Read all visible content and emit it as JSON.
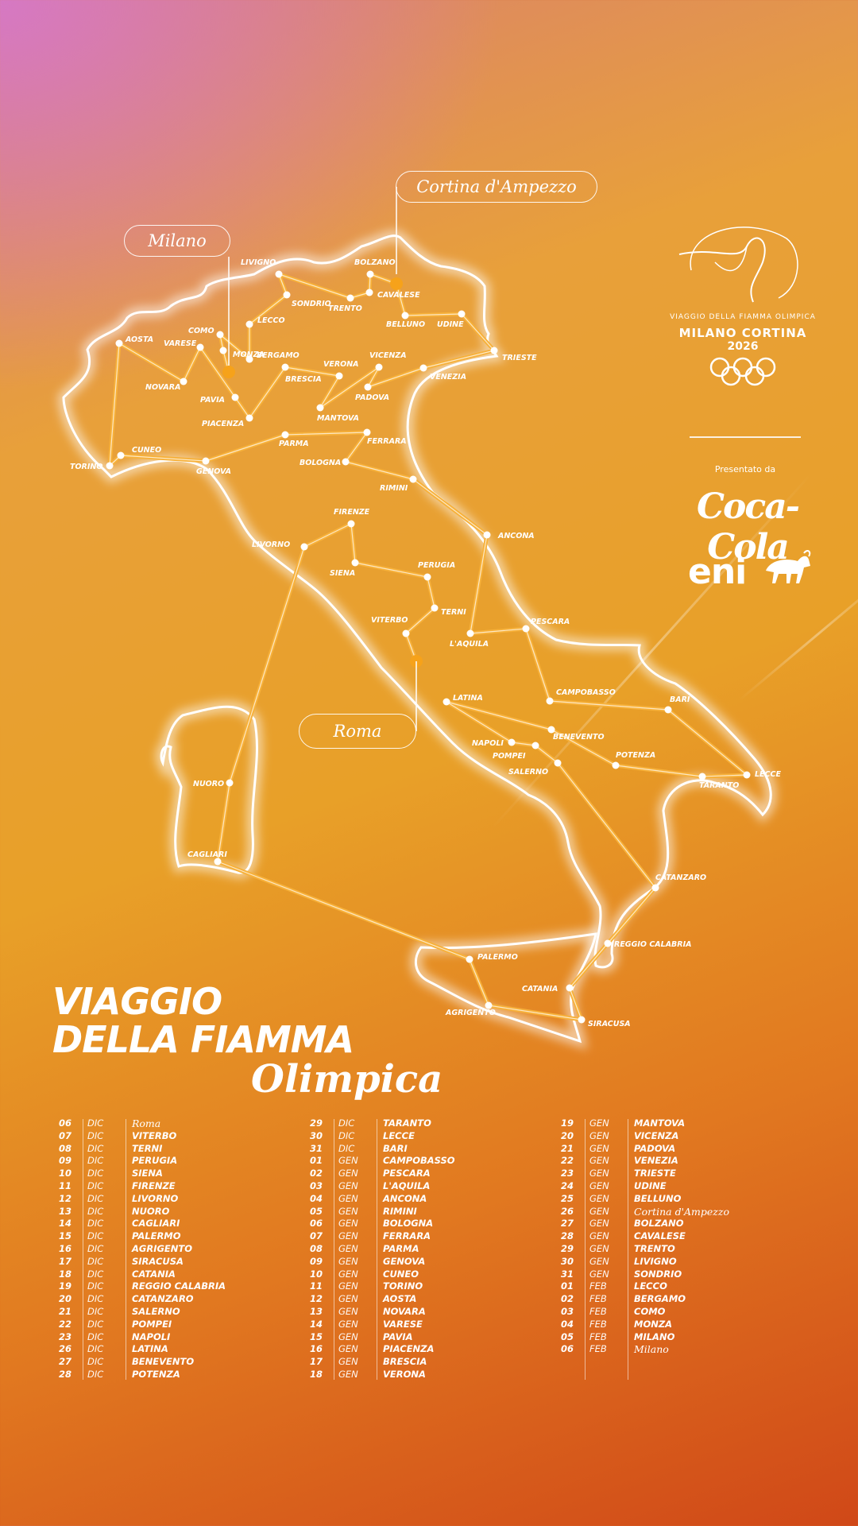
{
  "colors": {
    "accent_dot": "#f6a21a",
    "route": "#f7b13a",
    "text": "#ffffff"
  },
  "callouts": {
    "milano": "Milano",
    "cortina": "Cortina d'Ampezzo",
    "roma": "Roma"
  },
  "cities": [
    {
      "name": "AOSTA"
    },
    {
      "name": "TORINO"
    },
    {
      "name": "NOVARA"
    },
    {
      "name": "VARESE"
    },
    {
      "name": "COMO"
    },
    {
      "name": "MONZA"
    },
    {
      "name": "LECCO"
    },
    {
      "name": "LIVIGNO"
    },
    {
      "name": "SONDRIO"
    },
    {
      "name": "BERGAMO"
    },
    {
      "name": "PAVIA"
    },
    {
      "name": "PIACENZA"
    },
    {
      "name": "CUNEO"
    },
    {
      "name": "GENOVA"
    },
    {
      "name": "BOLZANO"
    },
    {
      "name": "TRENTO"
    },
    {
      "name": "CAVALESE"
    },
    {
      "name": "BELLUNO"
    },
    {
      "name": "UDINE"
    },
    {
      "name": "TRIESTE"
    },
    {
      "name": "VERONA"
    },
    {
      "name": "VICENZA"
    },
    {
      "name": "BRESCIA"
    },
    {
      "name": "PADOVA"
    },
    {
      "name": "VENEZIA"
    },
    {
      "name": "MANTOVA"
    },
    {
      "name": "PARMA"
    },
    {
      "name": "FERRARA"
    },
    {
      "name": "BOLOGNA"
    },
    {
      "name": "RIMINI"
    },
    {
      "name": "LIVORNO"
    },
    {
      "name": "FIRENZE"
    },
    {
      "name": "SIENA"
    },
    {
      "name": "ANCONA"
    },
    {
      "name": "PERUGIA"
    },
    {
      "name": "TERNI"
    },
    {
      "name": "VITERBO"
    },
    {
      "name": "L'AQUILA"
    },
    {
      "name": "PESCARA"
    },
    {
      "name": "LATINA"
    },
    {
      "name": "CAMPOBASSO"
    },
    {
      "name": "BARI"
    },
    {
      "name": "BENEVENTO"
    },
    {
      "name": "NAPOLI"
    },
    {
      "name": "POMPEI"
    },
    {
      "name": "SALERNO"
    },
    {
      "name": "POTENZA"
    },
    {
      "name": "TARANTO"
    },
    {
      "name": "LECCE"
    },
    {
      "name": "NUORO"
    },
    {
      "name": "CAGLIARI"
    },
    {
      "name": "CATANZARO"
    },
    {
      "name": "REGGIO CALABRIA"
    },
    {
      "name": "PALERMO"
    },
    {
      "name": "CATANIA"
    },
    {
      "name": "AGRIGENTO"
    },
    {
      "name": "SIRACUSA"
    }
  ],
  "brand": {
    "ring_text": "VIAGGIO DELLA FIAMMA OLIMPICA",
    "event": "MILANO CORTINA",
    "year": "2026",
    "presented_by": "Presentato da",
    "sponsor1": "Coca-Cola",
    "sponsor2": "eni"
  },
  "title": {
    "line1": "VIAGGIO",
    "line2": "DELLA FIAMMA",
    "line3": "Olimpica"
  },
  "schedule": [
    [
      {
        "d": "06",
        "m": "DIC",
        "c": "Roma"
      },
      {
        "d": "07",
        "m": "DIC",
        "c": "VITERBO"
      },
      {
        "d": "08",
        "m": "DIC",
        "c": "TERNI"
      },
      {
        "d": "09",
        "m": "DIC",
        "c": "PERUGIA"
      },
      {
        "d": "10",
        "m": "DIC",
        "c": "SIENA"
      },
      {
        "d": "11",
        "m": "DIC",
        "c": "FIRENZE"
      },
      {
        "d": "12",
        "m": "DIC",
        "c": "LIVORNO"
      },
      {
        "d": "13",
        "m": "DIC",
        "c": "NUORO"
      },
      {
        "d": "14",
        "m": "DIC",
        "c": "CAGLIARI"
      },
      {
        "d": "15",
        "m": "DIC",
        "c": "PALERMO"
      },
      {
        "d": "16",
        "m": "DIC",
        "c": "AGRIGENTO"
      },
      {
        "d": "17",
        "m": "DIC",
        "c": "SIRACUSA"
      },
      {
        "d": "18",
        "m": "DIC",
        "c": "CATANIA"
      },
      {
        "d": "19",
        "m": "DIC",
        "c": "REGGIO CALABRIA"
      },
      {
        "d": "20",
        "m": "DIC",
        "c": "CATANZARO"
      },
      {
        "d": "21",
        "m": "DIC",
        "c": "SALERNO"
      },
      {
        "d": "22",
        "m": "DIC",
        "c": "POMPEI"
      },
      {
        "d": "23",
        "m": "DIC",
        "c": "NAPOLI"
      },
      {
        "d": "26",
        "m": "DIC",
        "c": "LATINA"
      },
      {
        "d": "27",
        "m": "DIC",
        "c": "BENEVENTO"
      },
      {
        "d": "28",
        "m": "DIC",
        "c": "POTENZA"
      }
    ],
    [
      {
        "d": "29",
        "m": "DIC",
        "c": "TARANTO"
      },
      {
        "d": "30",
        "m": "DIC",
        "c": "LECCE"
      },
      {
        "d": "31",
        "m": "DIC",
        "c": "BARI"
      },
      {
        "d": "01",
        "m": "GEN",
        "c": "CAMPOBASSO"
      },
      {
        "d": "02",
        "m": "GEN",
        "c": "PESCARA"
      },
      {
        "d": "03",
        "m": "GEN",
        "c": "L'AQUILA"
      },
      {
        "d": "04",
        "m": "GEN",
        "c": "ANCONA"
      },
      {
        "d": "05",
        "m": "GEN",
        "c": "RIMINI"
      },
      {
        "d": "06",
        "m": "GEN",
        "c": "BOLOGNA"
      },
      {
        "d": "07",
        "m": "GEN",
        "c": "FERRARA"
      },
      {
        "d": "08",
        "m": "GEN",
        "c": "PARMA"
      },
      {
        "d": "09",
        "m": "GEN",
        "c": "GENOVA"
      },
      {
        "d": "10",
        "m": "GEN",
        "c": "CUNEO"
      },
      {
        "d": "11",
        "m": "GEN",
        "c": "TORINO"
      },
      {
        "d": "12",
        "m": "GEN",
        "c": "AOSTA"
      },
      {
        "d": "13",
        "m": "GEN",
        "c": "NOVARA"
      },
      {
        "d": "14",
        "m": "GEN",
        "c": "VARESE"
      },
      {
        "d": "15",
        "m": "GEN",
        "c": "PAVIA"
      },
      {
        "d": "16",
        "m": "GEN",
        "c": "PIACENZA"
      },
      {
        "d": "17",
        "m": "GEN",
        "c": "BRESCIA"
      },
      {
        "d": "18",
        "m": "GEN",
        "c": "VERONA"
      }
    ],
    [
      {
        "d": "19",
        "m": "GEN",
        "c": "MANTOVA"
      },
      {
        "d": "20",
        "m": "GEN",
        "c": "VICENZA"
      },
      {
        "d": "21",
        "m": "GEN",
        "c": "PADOVA"
      },
      {
        "d": "22",
        "m": "GEN",
        "c": "VENEZIA"
      },
      {
        "d": "23",
        "m": "GEN",
        "c": "TRIESTE"
      },
      {
        "d": "24",
        "m": "GEN",
        "c": "UDINE"
      },
      {
        "d": "25",
        "m": "GEN",
        "c": "BELLUNO"
      },
      {
        "d": "26",
        "m": "GEN",
        "c": "Cortina d'Ampezzo"
      },
      {
        "d": "27",
        "m": "GEN",
        "c": "BOLZANO"
      },
      {
        "d": "28",
        "m": "GEN",
        "c": "CAVALESE"
      },
      {
        "d": "29",
        "m": "GEN",
        "c": "TRENTO"
      },
      {
        "d": "30",
        "m": "GEN",
        "c": "LIVIGNO"
      },
      {
        "d": "31",
        "m": "GEN",
        "c": "SONDRIO"
      },
      {
        "d": "01",
        "m": "FEB",
        "c": "LECCO"
      },
      {
        "d": "02",
        "m": "FEB",
        "c": "BERGAMO"
      },
      {
        "d": "03",
        "m": "FEB",
        "c": "COMO"
      },
      {
        "d": "04",
        "m": "FEB",
        "c": "MONZA"
      },
      {
        "d": "05",
        "m": "FEB",
        "c": "MILANO"
      },
      {
        "d": "06",
        "m": "FEB",
        "c": "Milano"
      }
    ]
  ]
}
